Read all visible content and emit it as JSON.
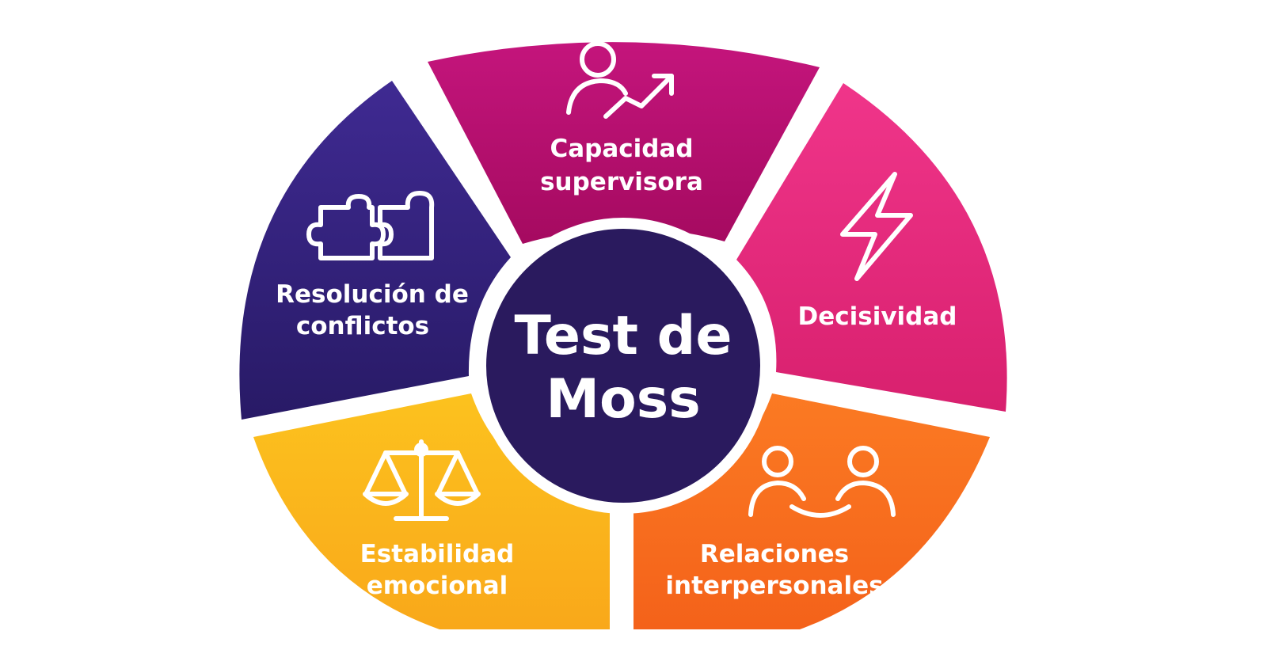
{
  "center": {
    "line1": "Test de",
    "line2": "Moss",
    "color": "#2a1a5e"
  },
  "segments": [
    {
      "id": "capacidad-supervisora",
      "icon": "person-growth-icon",
      "line1": "Capacidad",
      "line2": "supervisora",
      "color_start": "#c4157c",
      "color_end": "#a50a60"
    },
    {
      "id": "decisividad",
      "icon": "lightning-icon",
      "line1": "Decisividad",
      "line2": "",
      "color_start": "#f0358a",
      "color_end": "#d8206e"
    },
    {
      "id": "relaciones-interpersonales",
      "icon": "people-connected-icon",
      "line1": "Relaciones",
      "line2": "interpersonales",
      "color_start": "#fb7a23",
      "color_end": "#f4621a"
    },
    {
      "id": "estabilidad-emocional",
      "icon": "balance-scale-icon",
      "line1": "Estabilidad",
      "line2": "emocional",
      "color_start": "#fcc21e",
      "color_end": "#f9a81a"
    },
    {
      "id": "resolucion-de-conflictos",
      "icon": "puzzle-icon",
      "line1": "Resolución de",
      "line2": "conflictos",
      "color_start": "#3f2a92",
      "color_end": "#281a66"
    }
  ]
}
